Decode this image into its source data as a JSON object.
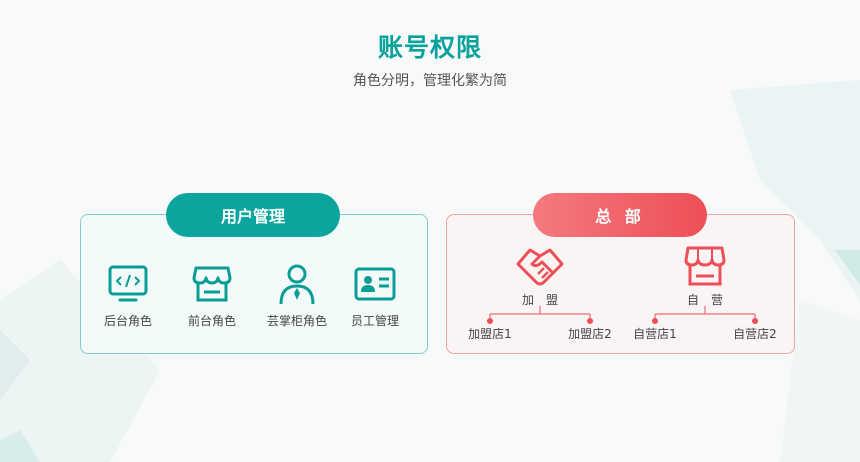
{
  "header": {
    "title": "账号权限",
    "subtitle": "角色分明，管理化繁为简"
  },
  "user_panel": {
    "title": "用户管理",
    "roles": [
      {
        "label": "后台角色",
        "icon": "monitor-code-icon"
      },
      {
        "label": "前台角色",
        "icon": "storefront-icon"
      },
      {
        "label": "芸掌柜角色",
        "icon": "manager-person-icon"
      },
      {
        "label": "员工管理",
        "icon": "id-card-icon"
      }
    ]
  },
  "hq_panel": {
    "title": "总 部",
    "branches": [
      {
        "label": "加　盟",
        "icon": "handshake-icon",
        "stores": [
          "加盟店1",
          "加盟店2"
        ]
      },
      {
        "label": "自　营",
        "icon": "storefront-icon",
        "stores": [
          "自营店1",
          "自营店2"
        ]
      }
    ]
  },
  "colors": {
    "teal": "#0aa29c",
    "red": "#ee4f56"
  }
}
